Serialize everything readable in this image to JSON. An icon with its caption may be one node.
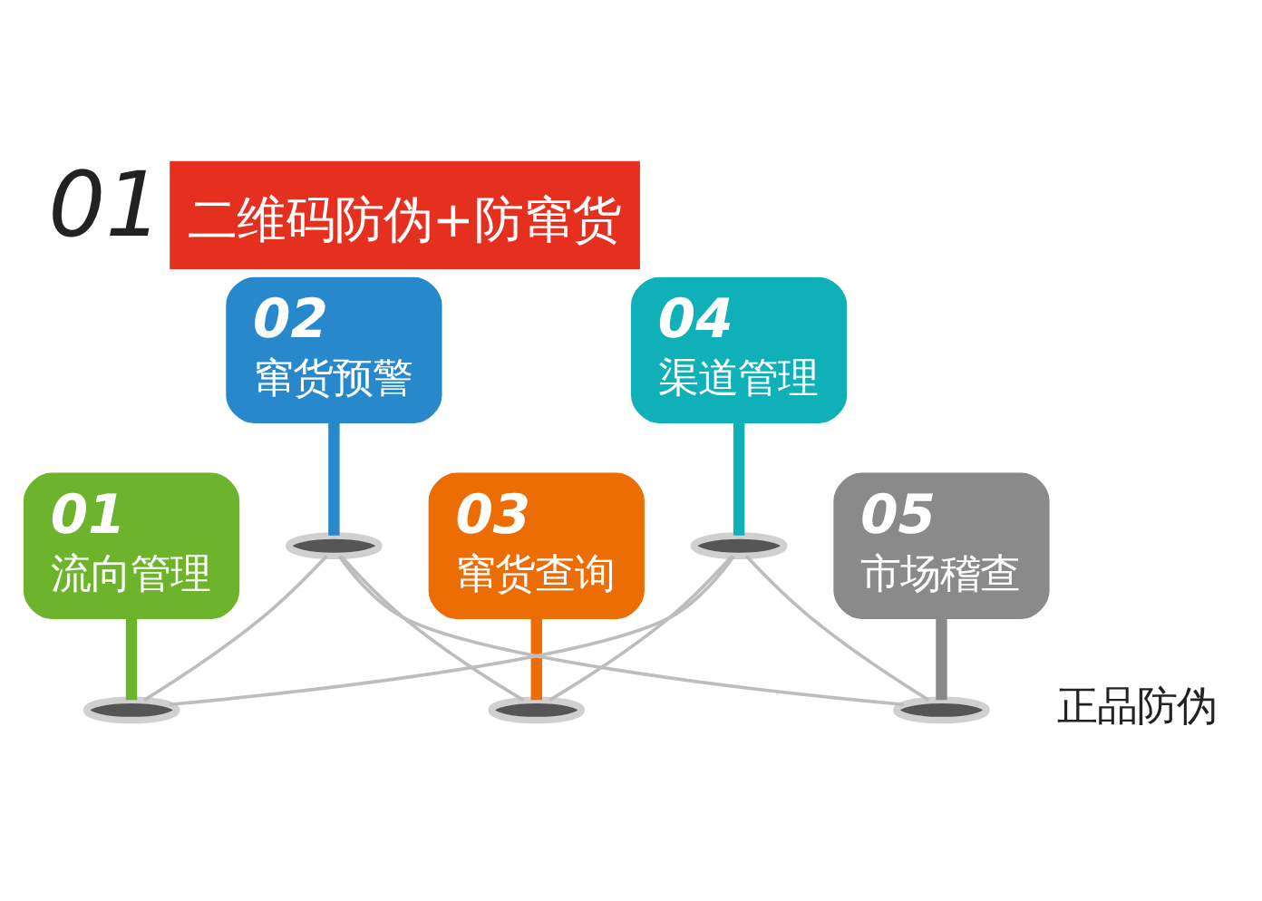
{
  "diagram": {
    "title": "01 二维码防伪+防窜货",
    "nodes": [
      {
        "text": [
          "01",
          "流向管理"
        ]
      },
      {
        "text": [
          "02",
          "窜货预警"
        ]
      },
      {
        "text": [
          "03",
          "窜货查询"
        ]
      },
      {
        "text": [
          "04",
          "渠道管理"
        ]
      },
      {
        "text": [
          "05",
          "市场稽查"
        ]
      },
      {
        "text": [],
        "shape": "ellipse"
      },
      {
        "text": [],
        "shape": "ellipse"
      },
      {
        "text": [],
        "shape": "ellipse"
      },
      {
        "text": [],
        "shape": "ellipse"
      },
      {
        "text": [],
        "shape": "ellipse"
      }
    ],
    "edges": [
      {
        "from": 0,
        "to": 5,
        "arrow": "none",
        "style": "thick",
        "color": "#6db32c"
      },
      {
        "from": 1,
        "to": 6,
        "arrow": "none",
        "style": "thick",
        "color": "#2888cc"
      },
      {
        "from": 6,
        "to": 5,
        "arrow": "none"
      },
      {
        "from": 6,
        "to": 7,
        "arrow": "none"
      },
      {
        "from": 2,
        "to": 7,
        "arrow": "none",
        "style": "thick",
        "color": "#ec6d03"
      },
      {
        "from": 8,
        "to": 7,
        "arrow": "none"
      },
      {
        "from": 3,
        "to": 8,
        "arrow": "none",
        "style": "thick",
        "color": "#10b0b8"
      },
      {
        "from": 8,
        "to": 5,
        "arrow": "none"
      },
      {
        "from": 6,
        "to": 9,
        "arrow": "none"
      },
      {
        "from": 8,
        "to": 9,
        "arrow": "none"
      },
      {
        "from": 4,
        "to": 9,
        "arrow": "none",
        "style": "thick",
        "color": "#8a8a8a"
      }
    ],
    "labels": [
      "正品防伪"
    ]
  }
}
